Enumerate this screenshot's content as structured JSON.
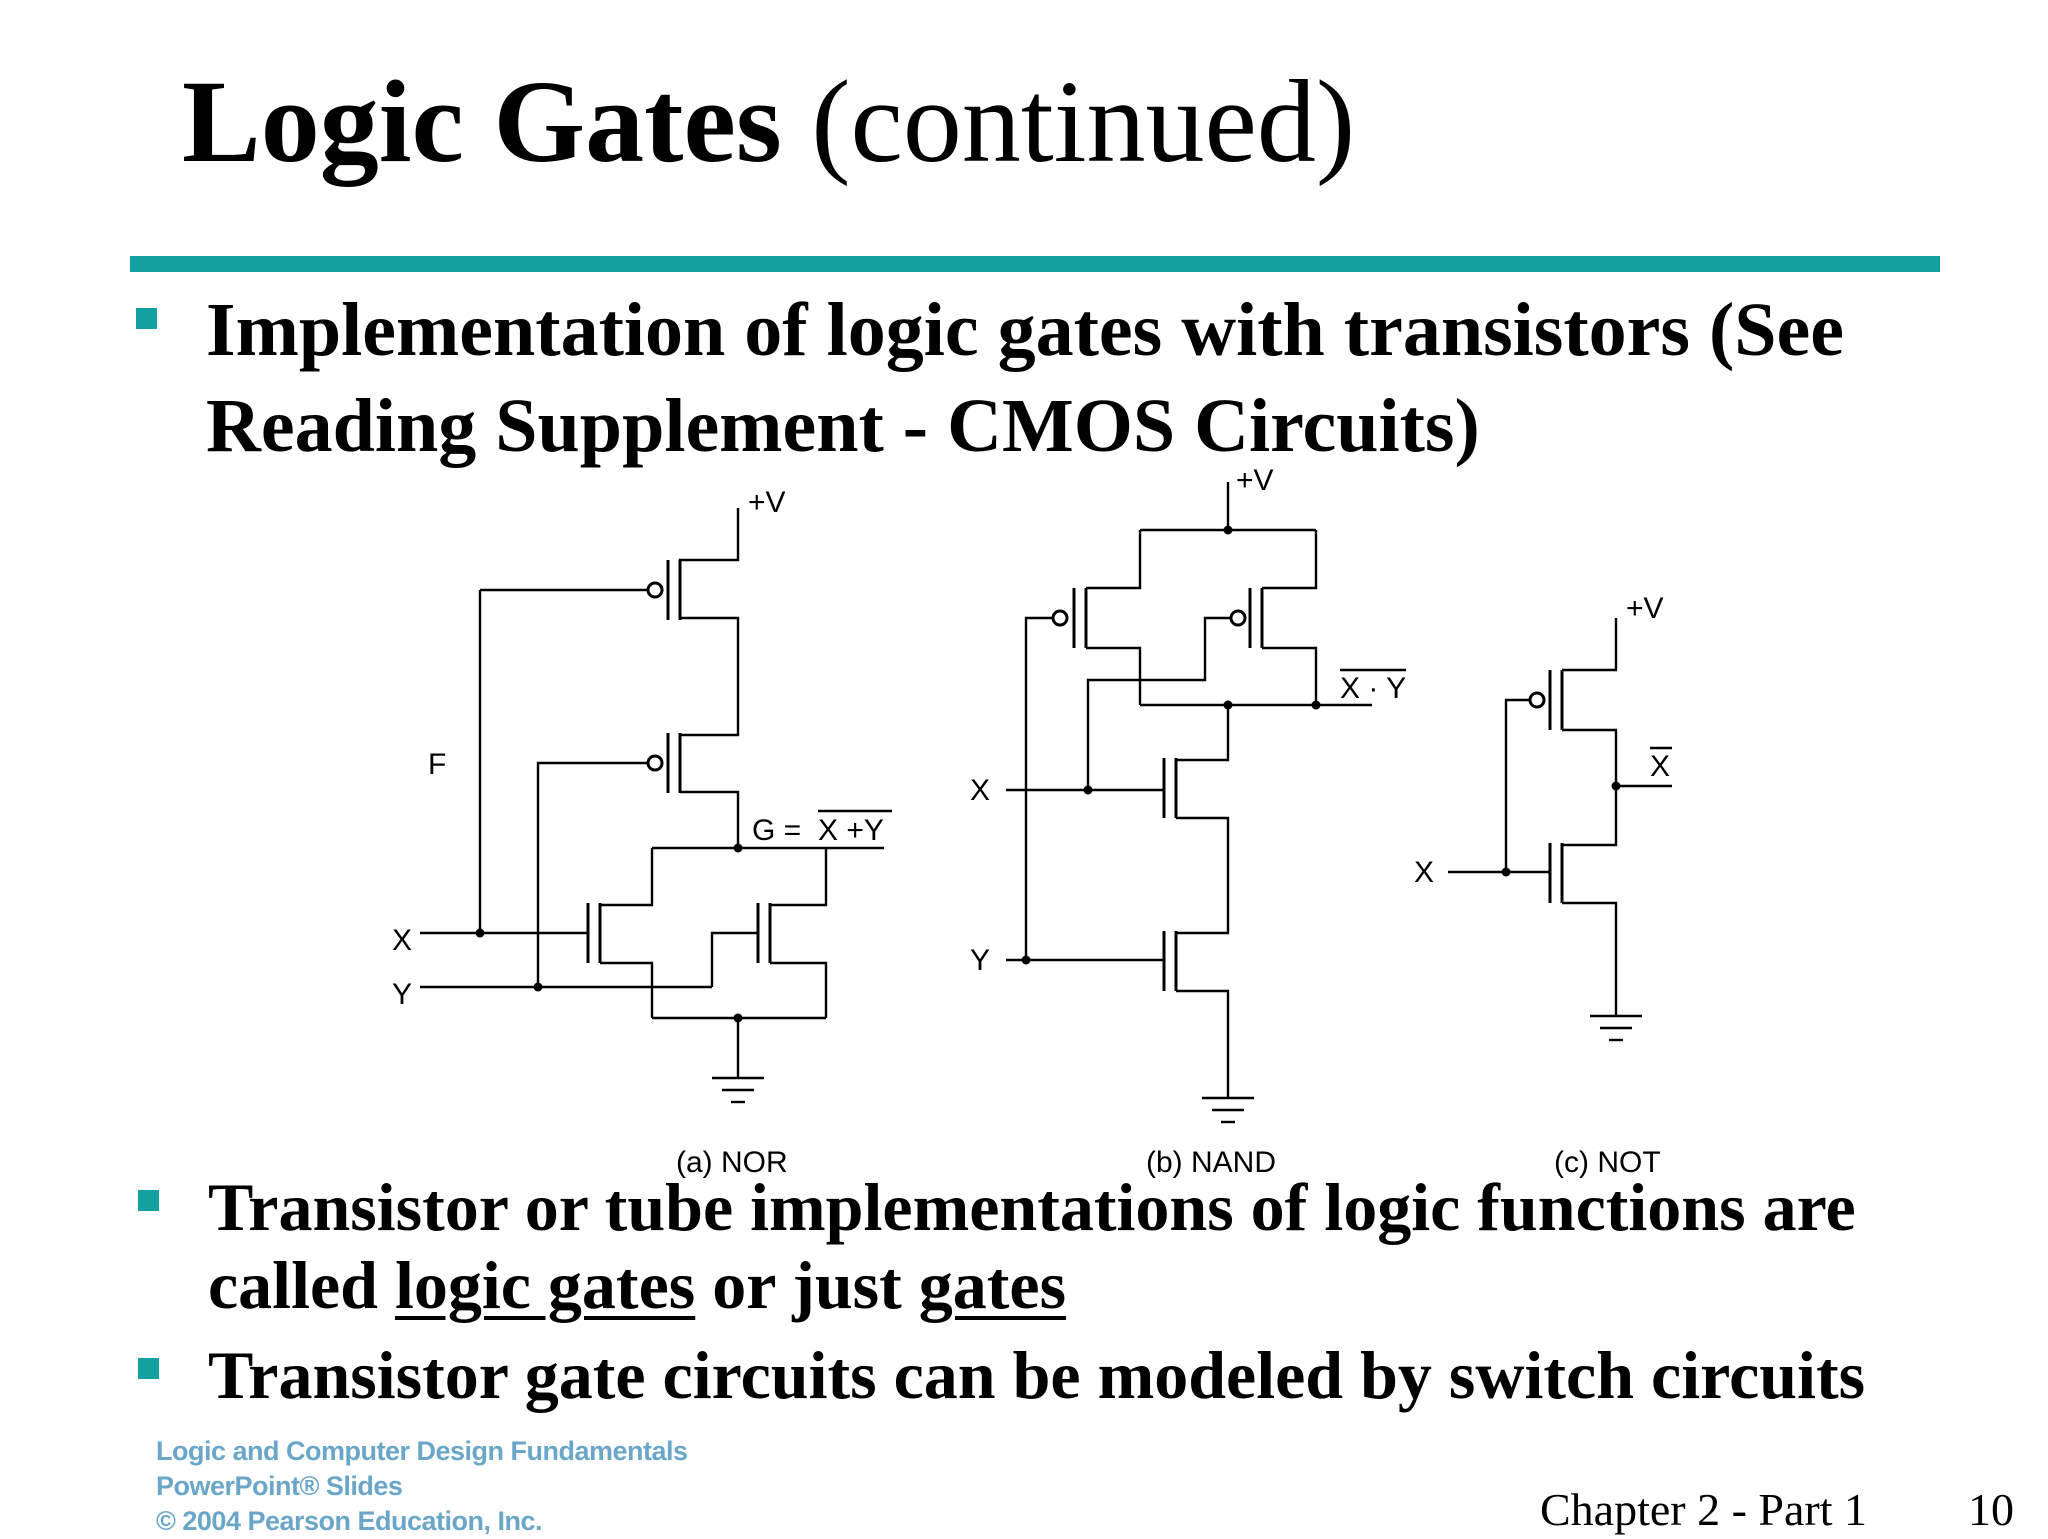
{
  "slide": {
    "title_bold": "Logic Gates",
    "title_rest": " (continued)",
    "accent_color": "#12a0a0"
  },
  "bullets": {
    "b1_text": "Implementation of logic gates with transistors (See Reading  Supplement - CMOS Circuits)",
    "b2_pre": "Transistor or tube implementations of logic functions are called ",
    "b2_term1": "logic gates",
    "b2_mid": " or just ",
    "b2_term2": "gates",
    "b3_text": "Transistor gate circuits can be modeled by switch circuits"
  },
  "diagram": {
    "nor": {
      "supply": "+V",
      "label_f": "F",
      "input_x": "X",
      "input_y": "Y",
      "out_prefix": "G = ",
      "out_expr": "X +Y",
      "caption": "(a) NOR"
    },
    "nand": {
      "supply": "+V",
      "input_x": "X",
      "input_y": "Y",
      "out_expr": "X · Y",
      "caption": "(b) NAND"
    },
    "not": {
      "supply": "+V",
      "input_x": "X",
      "out_expr": "X",
      "caption": "(c) NOT"
    }
  },
  "footer": {
    "line1": "Logic and Computer Design Fundamentals",
    "line2": "PowerPoint® Slides",
    "line3": "© 2004 Pearson Education, Inc.",
    "chapter": "Chapter 2 - Part 1",
    "page": "10"
  }
}
